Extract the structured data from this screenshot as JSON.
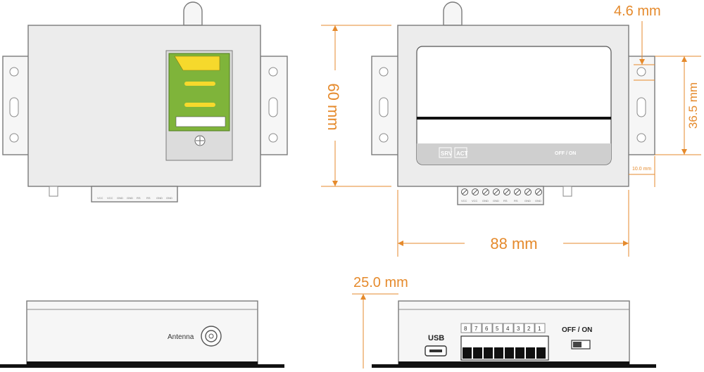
{
  "dimensions": {
    "top_gap": "4.6 mm",
    "height": "60 mm",
    "hole_spacing": "36.5 mm",
    "ear_width": "10.0 mm",
    "width": "88 mm",
    "depth": "25.0 mm"
  },
  "front_panel": {
    "srv": "SRV",
    "act": "ACT",
    "switch": "OFF / ON"
  },
  "terminal_labels": [
    "VCC",
    "VCC",
    "GND",
    "GND",
    "RS",
    "RS",
    "GND",
    "GND"
  ],
  "side_left": {
    "antenna": "Antenna"
  },
  "side_right": {
    "usb": "USB",
    "switch": "OFF / ON",
    "dip_numbers": [
      "8",
      "7",
      "6",
      "5",
      "4",
      "3",
      "2",
      "1"
    ]
  }
}
